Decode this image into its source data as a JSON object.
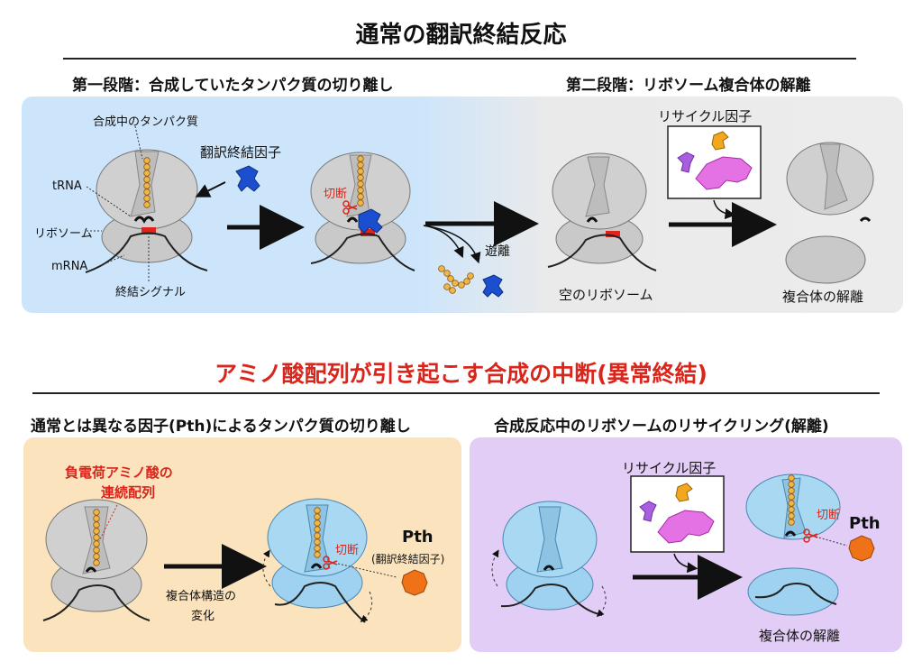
{
  "section1": {
    "title": "通常の翻訳終結反応",
    "stage1": "第一段階：合成していたタンパク質の切り離し",
    "stage2": "第二段階：リボソーム複合体の解離",
    "labels": {
      "nascent_protein": "合成中のタンパク質",
      "release_factor": "翻訳終結因子",
      "trna": "tRNA",
      "ribosome": "リボソーム",
      "mrna": "mRNA",
      "stop_signal": "終結シグナル",
      "cleavage": "切断",
      "release": "遊離",
      "recycling_factor": "リサイクル因子",
      "empty_ribosome": "空のリボソーム",
      "dissociation": "複合体の解離"
    }
  },
  "section2": {
    "title": "アミノ酸配列が引き起こす合成の中断(異常終結)",
    "stage1": "通常とは異なる因子(Pth)によるタンパク質の切り離し",
    "stage2": "合成反応中のリボソームのリサイクリング(解離)",
    "labels": {
      "neg_charge_line1": "負電荷アミノ酸の",
      "neg_charge_line2": "連続配列",
      "structure_change_line1": "複合体構造の",
      "structure_change_line2": "変化",
      "cleavage": "切断",
      "pth": "Pth",
      "pth_desc": "(翻訳終結因子)",
      "recycling_factor": "リサイクル因子",
      "cleavage2": "切断",
      "pth2": "Pth",
      "dissociation": "複合体の解離"
    }
  },
  "colors": {
    "panel_blue": "#cfe6fb",
    "panel_gray": "#ececec",
    "panel_orange": "#fbe3bd",
    "panel_purple": "#e2cdf6",
    "ribosome_gray": "#c9c9c9",
    "ribosome_blue": "#9fd2f0",
    "release_factor_blue": "#1b4fd0",
    "recycling_pink": "#e472e4",
    "recycling_orange": "#f1a81e",
    "recycling_purple": "#a95ee0",
    "pth_orange": "#f07218",
    "stop_red": "#e0231b",
    "title_red": "#d9261c"
  },
  "icons": [
    "arrow-right-icon",
    "scissors-icon",
    "release-factor-icon",
    "recycling-factor-icon",
    "pth-icon"
  ]
}
